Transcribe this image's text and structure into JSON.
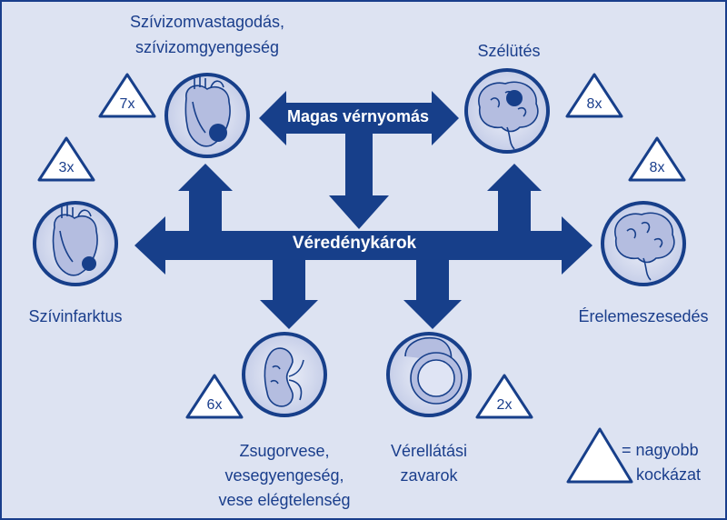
{
  "title_main": "Magas vérnyomás",
  "title_secondary": "Véredénykárok",
  "nodes": {
    "hypertrophy": {
      "label_1": "Szívizomvastagodás,",
      "label_2": "szívizomgyengeség",
      "risk": "7x"
    },
    "stroke": {
      "label": "Szélütés",
      "risk": "8x"
    },
    "infarction": {
      "label": "Szívinfarktus",
      "risk": "3x"
    },
    "dementia": {
      "label": "Érelemeszesedés",
      "risk": "8x"
    },
    "kidney": {
      "label_1": "Zsugorvese,",
      "label_2": "vesegyengeség,",
      "label_3": "vese elégtelenség",
      "risk": "6x"
    },
    "circulation": {
      "label_1": "Vérellátási",
      "label_2": "zavarok",
      "risk": "2x"
    }
  },
  "legend": {
    "line_1": "= nagyobb",
    "line_2": "kockázat"
  },
  "colors": {
    "arrow": "#173f8a",
    "background": "#dde3f2",
    "circle_fill": "#c7cfe8",
    "text": "#1a3e8c"
  }
}
